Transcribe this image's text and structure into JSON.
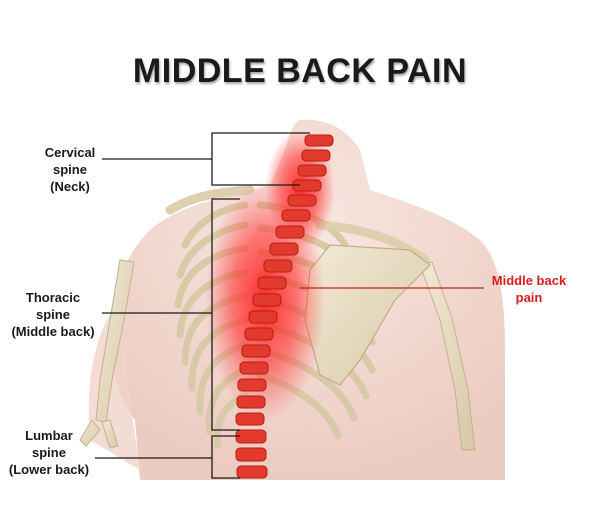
{
  "title": "MIDDLE BACK PAIN",
  "labels": {
    "cervical": [
      "Cervical",
      "spine",
      "(Neck)"
    ],
    "thoracic": [
      "Thoracic",
      "spine",
      "(Middle back)"
    ],
    "lumbar": [
      "Lumbar",
      "spine",
      "(Lower back)"
    ],
    "middle_back_pain": [
      "Middle back",
      "pain"
    ]
  },
  "colors": {
    "pain_red": "#d81e1e",
    "bone": "#e8dcc2",
    "skin": "#f2d8cf",
    "leader_line": "#1a1a1a"
  }
}
